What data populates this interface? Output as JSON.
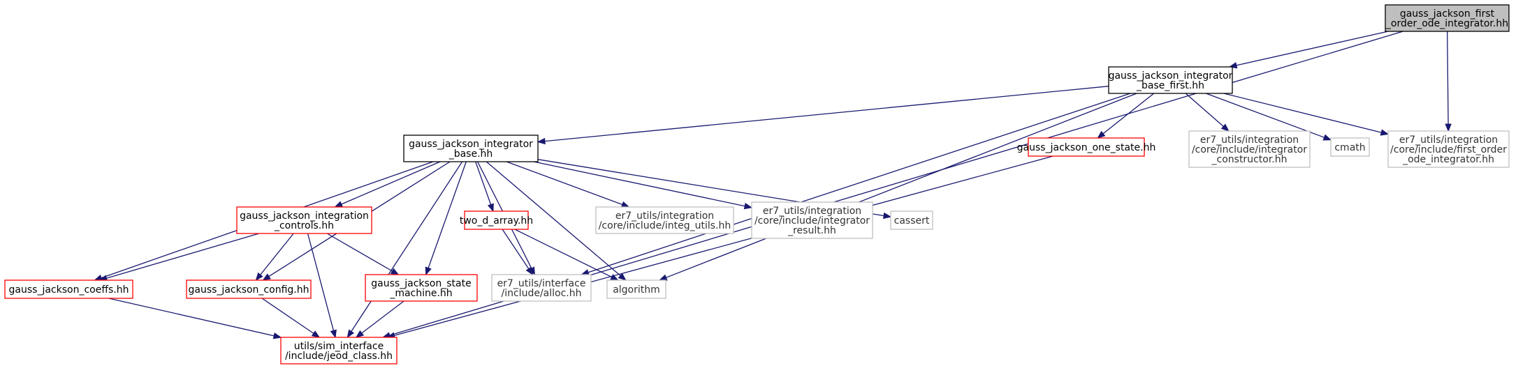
{
  "colors": {
    "edge": "#191970",
    "focus_fill": "#bfbfbf",
    "default_border": "#000000",
    "red_border": "#ff0000",
    "gray_border": "#bfbfbf"
  },
  "nodes": {
    "root": {
      "lines": [
        "gauss_jackson_first",
        "_order_ode_integrator.hh"
      ],
      "style": "focus"
    },
    "base_first": {
      "lines": [
        "gauss_jackson_integrator",
        "_base_first.hh"
      ],
      "style": "default"
    },
    "base": {
      "lines": [
        "gauss_jackson_integrator",
        "_base.hh"
      ],
      "style": "default"
    },
    "one_state": {
      "lines": [
        "gauss_jackson_one_state.hh"
      ],
      "style": "red"
    },
    "integ_ctor": {
      "lines": [
        "er7_utils/integration",
        "/core/include/integrator",
        "_constructor.hh"
      ],
      "style": "gray"
    },
    "cmath": {
      "lines": [
        "cmath"
      ],
      "style": "gray"
    },
    "first_order": {
      "lines": [
        "er7_utils/integration",
        "/core/include/first_order",
        "_ode_integrator.hh"
      ],
      "style": "gray"
    },
    "controls": {
      "lines": [
        "gauss_jackson_integration",
        "_controls.hh"
      ],
      "style": "red"
    },
    "two_d": {
      "lines": [
        "two_d_array.hh"
      ],
      "style": "red"
    },
    "integ_utils": {
      "lines": [
        "er7_utils/integration",
        "/core/include/integ_utils.hh"
      ],
      "style": "gray"
    },
    "integ_result": {
      "lines": [
        "er7_utils/integration",
        "/core/include/integrator",
        "_result.hh"
      ],
      "style": "gray"
    },
    "cassert": {
      "lines": [
        "cassert"
      ],
      "style": "gray"
    },
    "coeffs": {
      "lines": [
        "gauss_jackson_coeffs.hh"
      ],
      "style": "red"
    },
    "config": {
      "lines": [
        "gauss_jackson_config.hh"
      ],
      "style": "red"
    },
    "state_machine": {
      "lines": [
        "gauss_jackson_state",
        "_machine.hh"
      ],
      "style": "red"
    },
    "alloc": {
      "lines": [
        "er7_utils/interface",
        "/include/alloc.hh"
      ],
      "style": "gray"
    },
    "algorithm": {
      "lines": [
        "algorithm"
      ],
      "style": "gray"
    },
    "jeod_class": {
      "lines": [
        "utils/sim_interface",
        "/include/jeod_class.hh"
      ],
      "style": "red"
    }
  },
  "edges": [
    [
      "root",
      "base_first"
    ],
    [
      "root",
      "first_order"
    ],
    [
      "root",
      "jeod_class"
    ],
    [
      "base_first",
      "base"
    ],
    [
      "base_first",
      "one_state"
    ],
    [
      "base_first",
      "integ_ctor"
    ],
    [
      "base_first",
      "cmath"
    ],
    [
      "base_first",
      "first_order"
    ],
    [
      "base_first",
      "alloc"
    ],
    [
      "base_first",
      "algorithm"
    ],
    [
      "base",
      "controls"
    ],
    [
      "base",
      "two_d"
    ],
    [
      "base",
      "integ_utils"
    ],
    [
      "base",
      "integ_result"
    ],
    [
      "base",
      "cassert"
    ],
    [
      "base",
      "coeffs"
    ],
    [
      "base",
      "config"
    ],
    [
      "base",
      "state_machine"
    ],
    [
      "base",
      "alloc"
    ],
    [
      "base",
      "algorithm"
    ],
    [
      "base",
      "jeod_class"
    ],
    [
      "one_state",
      "jeod_class"
    ],
    [
      "controls",
      "coeffs"
    ],
    [
      "controls",
      "config"
    ],
    [
      "controls",
      "state_machine"
    ],
    [
      "controls",
      "jeod_class"
    ],
    [
      "two_d",
      "alloc"
    ],
    [
      "two_d",
      "algorithm"
    ],
    [
      "coeffs",
      "jeod_class"
    ],
    [
      "config",
      "jeod_class"
    ],
    [
      "state_machine",
      "jeod_class"
    ]
  ]
}
